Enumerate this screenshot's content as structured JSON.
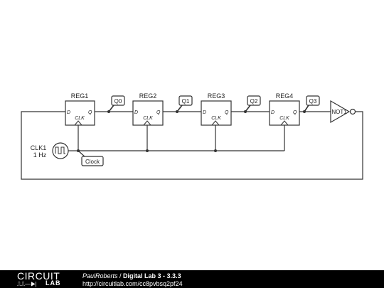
{
  "diagram": {
    "registers": [
      {
        "name": "REG1",
        "d": "D",
        "q": "Q",
        "clk": "CLK"
      },
      {
        "name": "REG2",
        "d": "D",
        "q": "Q",
        "clk": "CLK"
      },
      {
        "name": "REG3",
        "d": "D",
        "q": "Q",
        "clk": "CLK"
      },
      {
        "name": "REG4",
        "d": "D",
        "q": "Q",
        "clk": "CLK"
      }
    ],
    "probes": [
      "Q0",
      "Q1",
      "Q2",
      "Q3"
    ],
    "clock_label": "Clock",
    "clock_source": {
      "name": "CLK1",
      "freq": "1 Hz"
    },
    "gate": "NOT1"
  },
  "footer": {
    "logo_top": "CIRCUIT",
    "logo_bottom": "LAB",
    "logo_glyph": "⎍⎍—▶|",
    "author": "PaulRoberts",
    "separator": " / ",
    "title": "Digital Lab 3 - 3.3.3",
    "url": "http://circuitlab.com/cc8pvbsq2pf24"
  }
}
